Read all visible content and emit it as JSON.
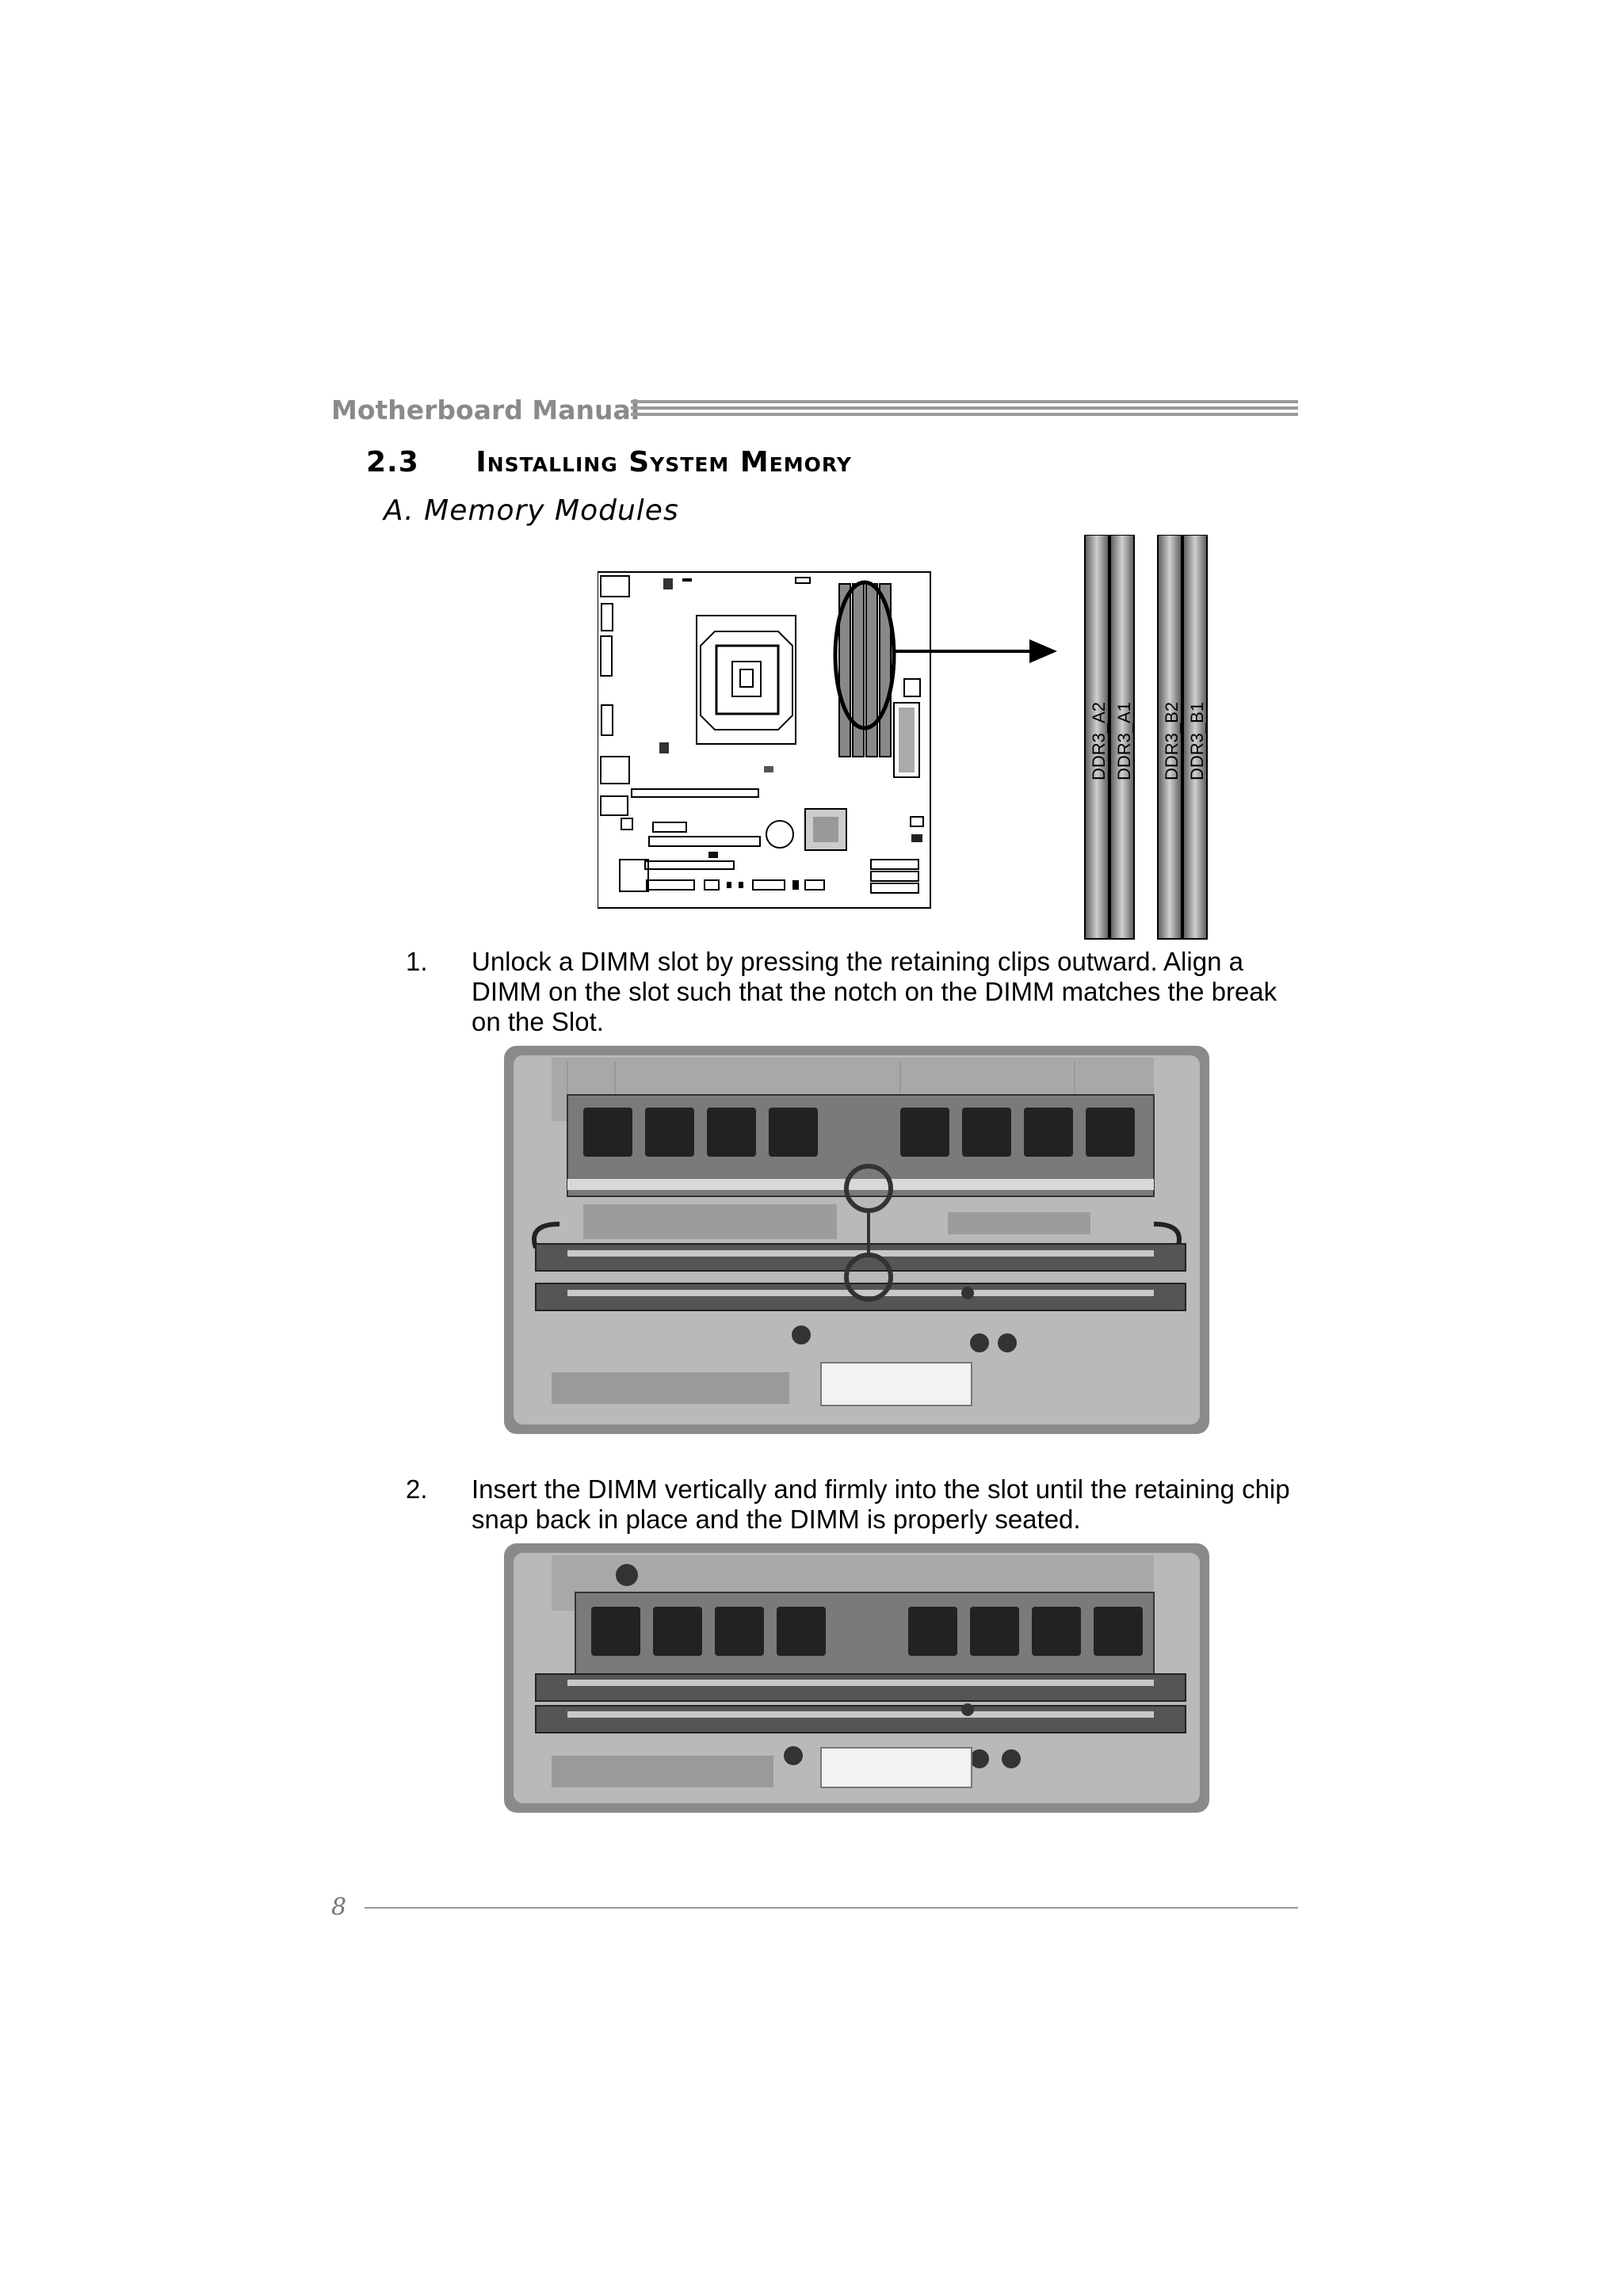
{
  "header": {
    "label": "Motherboard Manual"
  },
  "section": {
    "number": "2.3",
    "title": "Installing System Memory"
  },
  "subsection": {
    "title": "A. Memory Modules"
  },
  "diagram": {
    "slot_labels": [
      "DDR3_A2",
      "DDR3_A1",
      "DDR3_B2",
      "DDR3_B1"
    ]
  },
  "steps": [
    {
      "number": "1.",
      "text": "Unlock a DIMM slot by pressing the retaining clips outward. Align a DIMM on the slot such that the notch on the DIMM matches the break on the Slot."
    },
    {
      "number": "2.",
      "text": "Insert the DIMM vertically and firmly into the slot until the retaining chip snap back in place and the DIMM is properly seated."
    }
  ],
  "footer": {
    "page_number": "8"
  }
}
